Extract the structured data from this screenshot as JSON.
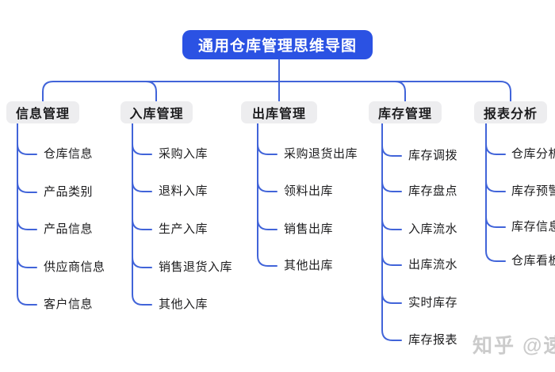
{
  "title": "通用仓库管理思维导图",
  "watermark": "知乎 @速",
  "colors": {
    "root_fill": "#2b52e3",
    "root_text": "#ffffff",
    "branch_fill": "#ededef",
    "branch_text": "#1c1c1e",
    "connector": "#4164d9",
    "item_text": "#1c1c1e",
    "watermark_text": "#cbcbcb",
    "background": "#ffffff"
  },
  "branches": [
    {
      "label": "信息管理",
      "items": [
        "仓库信息",
        "产品类别",
        "产品信息",
        "供应商信息",
        "客户信息"
      ]
    },
    {
      "label": "入库管理",
      "items": [
        "采购入库",
        "退料入库",
        "生产入库",
        "销售退货入库",
        "其他入库"
      ]
    },
    {
      "label": "出库管理",
      "items": [
        "采购退货出库",
        "领料出库",
        "销售出库",
        "其他出库"
      ]
    },
    {
      "label": "库存管理",
      "items": [
        "库存调拨",
        "库存盘点",
        "入库流水",
        "出库流水",
        "实时库存",
        "库存报表"
      ]
    },
    {
      "label": "报表分析",
      "items": [
        "仓库分析",
        "库存预警",
        "库存信息",
        "仓库看板"
      ]
    }
  ]
}
